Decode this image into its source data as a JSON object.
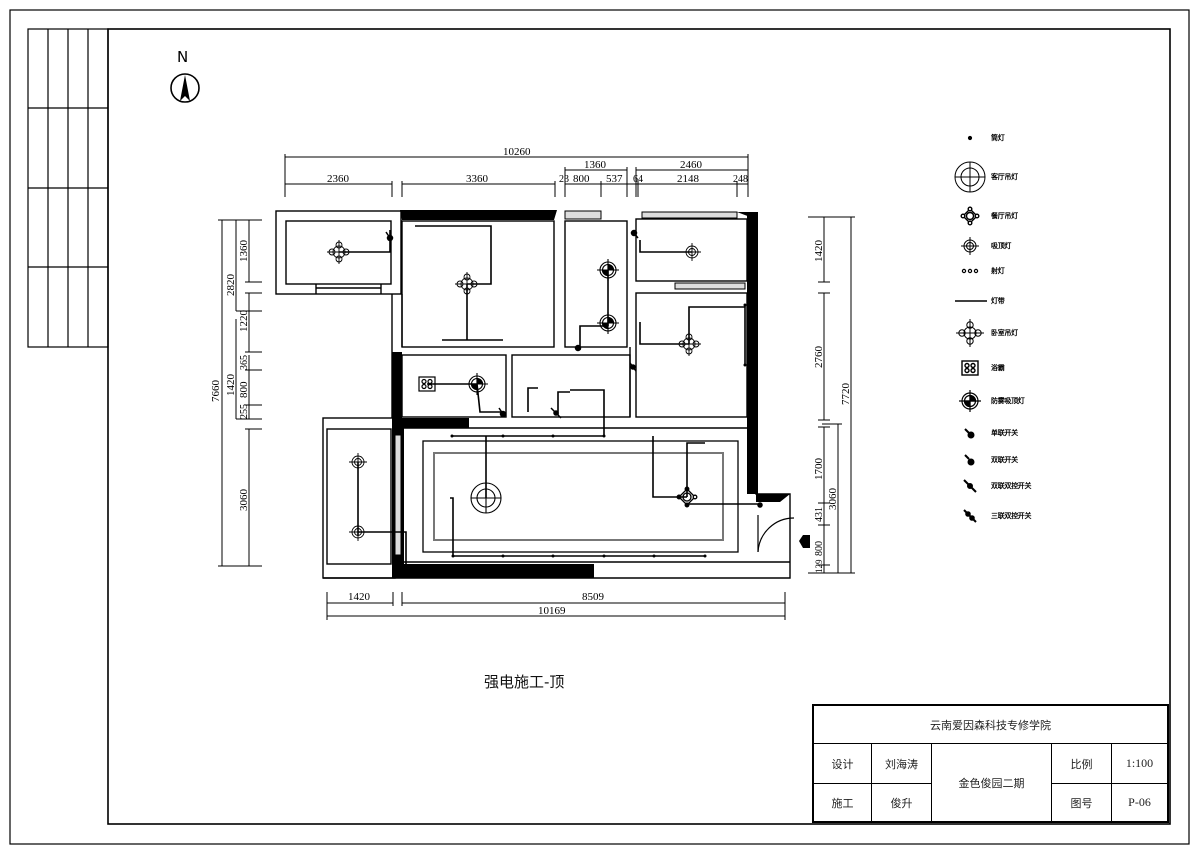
{
  "drawing": {
    "title": "强电施工-顶",
    "north_label": "N"
  },
  "dimensions": {
    "top": {
      "overall": "10260",
      "segments": [
        "2360",
        "3360",
        "23",
        "800",
        "537",
        "64",
        "2148",
        "248"
      ],
      "group_1360": "1360",
      "group_2460": "2460"
    },
    "bottom": {
      "overall": "10169",
      "segments": [
        "1420",
        "8509"
      ]
    },
    "left": {
      "overall": "7660",
      "group_2820": "2820",
      "group_1420": "1420",
      "segments": [
        "1360",
        "1220",
        "365",
        "800",
        "255",
        "3060"
      ]
    },
    "right": {
      "overall": "7720",
      "group_3060": "3060",
      "segments": [
        "1420",
        "2760",
        "1700",
        "431",
        "800",
        "129"
      ]
    }
  },
  "legend": {
    "items": [
      {
        "symbol": "downlight-icon",
        "label": "筒灯"
      },
      {
        "symbol": "living-room-pendant-icon",
        "label": "客厅吊灯"
      },
      {
        "symbol": "dining-pendant-icon",
        "label": "餐厅吊灯"
      },
      {
        "symbol": "ceiling-light-icon",
        "label": "吸顶灯"
      },
      {
        "symbol": "spotlight-row-icon",
        "label": "射灯"
      },
      {
        "symbol": "light-strip-icon",
        "label": "灯带"
      },
      {
        "symbol": "bedroom-pendant-icon",
        "label": "卧室吊灯"
      },
      {
        "symbol": "bath-heater-icon",
        "label": "浴霸"
      },
      {
        "symbol": "moisture-proof-light-icon",
        "label": "防雾吸顶灯"
      },
      {
        "symbol": "single-switch-icon",
        "label": "单联开关"
      },
      {
        "symbol": "double-switch-icon",
        "label": "双联开关"
      },
      {
        "symbol": "double-dual-control-switch-icon",
        "label": "双联双控开关"
      },
      {
        "symbol": "triple-dual-control-switch-icon",
        "label": "三联双控开关"
      }
    ]
  },
  "title_block": {
    "school": "云南爱因森科技专修学院",
    "design_label": "设计",
    "designer": "刘海涛",
    "construction_label": "施工",
    "constructor": "俊升",
    "project": "金色俊园二期",
    "scale_label": "比例",
    "scale": "1:100",
    "sheet_label": "图号",
    "sheet_no": "P-06"
  },
  "colors": {
    "line": "#000000",
    "paper": "#ffffff",
    "ceiling_inner": "#777777"
  }
}
